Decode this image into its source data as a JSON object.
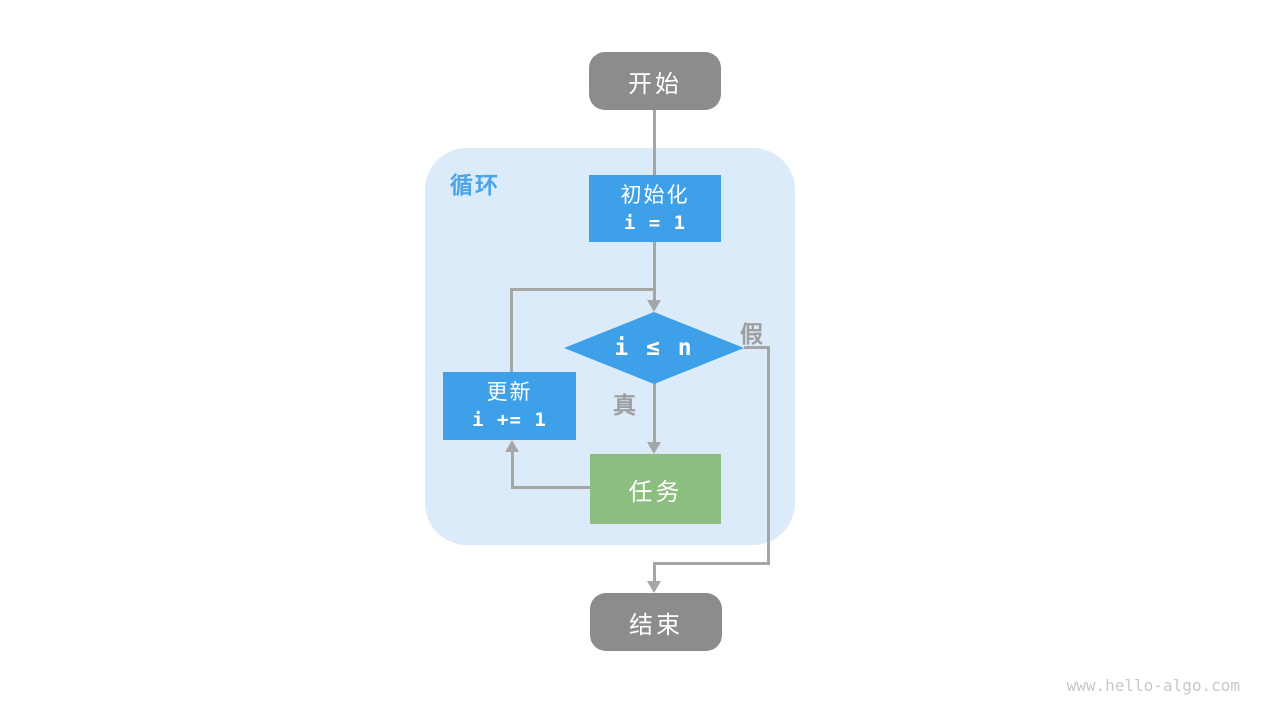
{
  "diagram": {
    "type": "flowchart",
    "topic": "loop control flow",
    "loop_container": {
      "label": "循环"
    },
    "nodes": {
      "start": {
        "label": "开始",
        "shape": "rounded",
        "fill": "#8c8c8c"
      },
      "init": {
        "label": "初始化",
        "code": "i = 1",
        "shape": "rect",
        "fill": "#3da0e8"
      },
      "condition": {
        "code": "i ≤ n",
        "shape": "diamond",
        "fill": "#3da0e8"
      },
      "update": {
        "label": "更新",
        "code": "i += 1",
        "shape": "rect",
        "fill": "#3da0e8"
      },
      "task": {
        "label": "任务",
        "shape": "rect",
        "fill": "#8cbe80"
      },
      "end": {
        "label": "结束",
        "shape": "rounded",
        "fill": "#8c8c8c"
      }
    },
    "edge_labels": {
      "true": "真",
      "false": "假"
    },
    "colors": {
      "loop_background": "#dcebfa",
      "loop_label": "#4aa4e9",
      "node_gray": "#8c8c8c",
      "node_blue": "#3da0e8",
      "node_green": "#8cbe80",
      "connector_gray": "#a6a6a6",
      "edge_label_gray": "#9e9e9e",
      "watermark_gray": "#c8c8c8"
    },
    "watermark": "www.hello-algo.com"
  }
}
